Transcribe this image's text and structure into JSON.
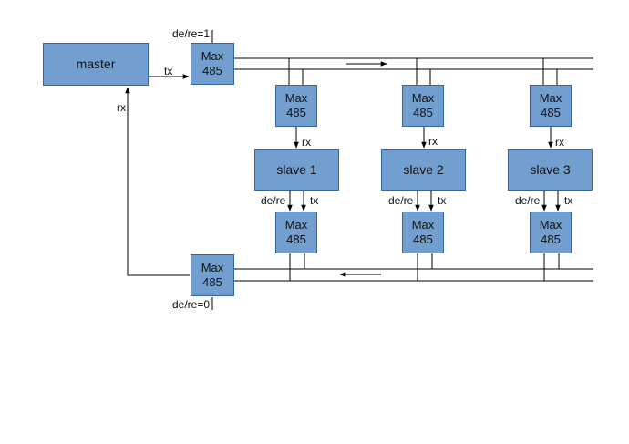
{
  "colors": {
    "box_fill": "#729fcf",
    "box_border": "#3465a4",
    "line": "#000000"
  },
  "master": {
    "label": "master"
  },
  "chips": {
    "tx_driver": "Max\n485",
    "rx_receiver": "Max\n485",
    "slave1_rx": "Max\n485",
    "slave2_rx": "Max\n485",
    "slave3_rx": "Max\n485",
    "slave1_tx": "Max\n485",
    "slave2_tx": "Max\n485",
    "slave3_tx": "Max\n485"
  },
  "slaves": {
    "s1": "slave 1",
    "s2": "slave 2",
    "s3": "slave 3"
  },
  "labels": {
    "tx_driver_de": "de/re=1",
    "rx_receiver_de": "de/re=0",
    "master_tx": "tx",
    "master_rx": "rx",
    "s1_rx": "rx",
    "s2_rx": "rx",
    "s3_rx": "rx",
    "s1_dere": "de/re",
    "s2_dere": "de/re",
    "s3_dere": "de/re",
    "s1_tx": "tx",
    "s2_tx": "tx",
    "s3_tx": "tx"
  }
}
